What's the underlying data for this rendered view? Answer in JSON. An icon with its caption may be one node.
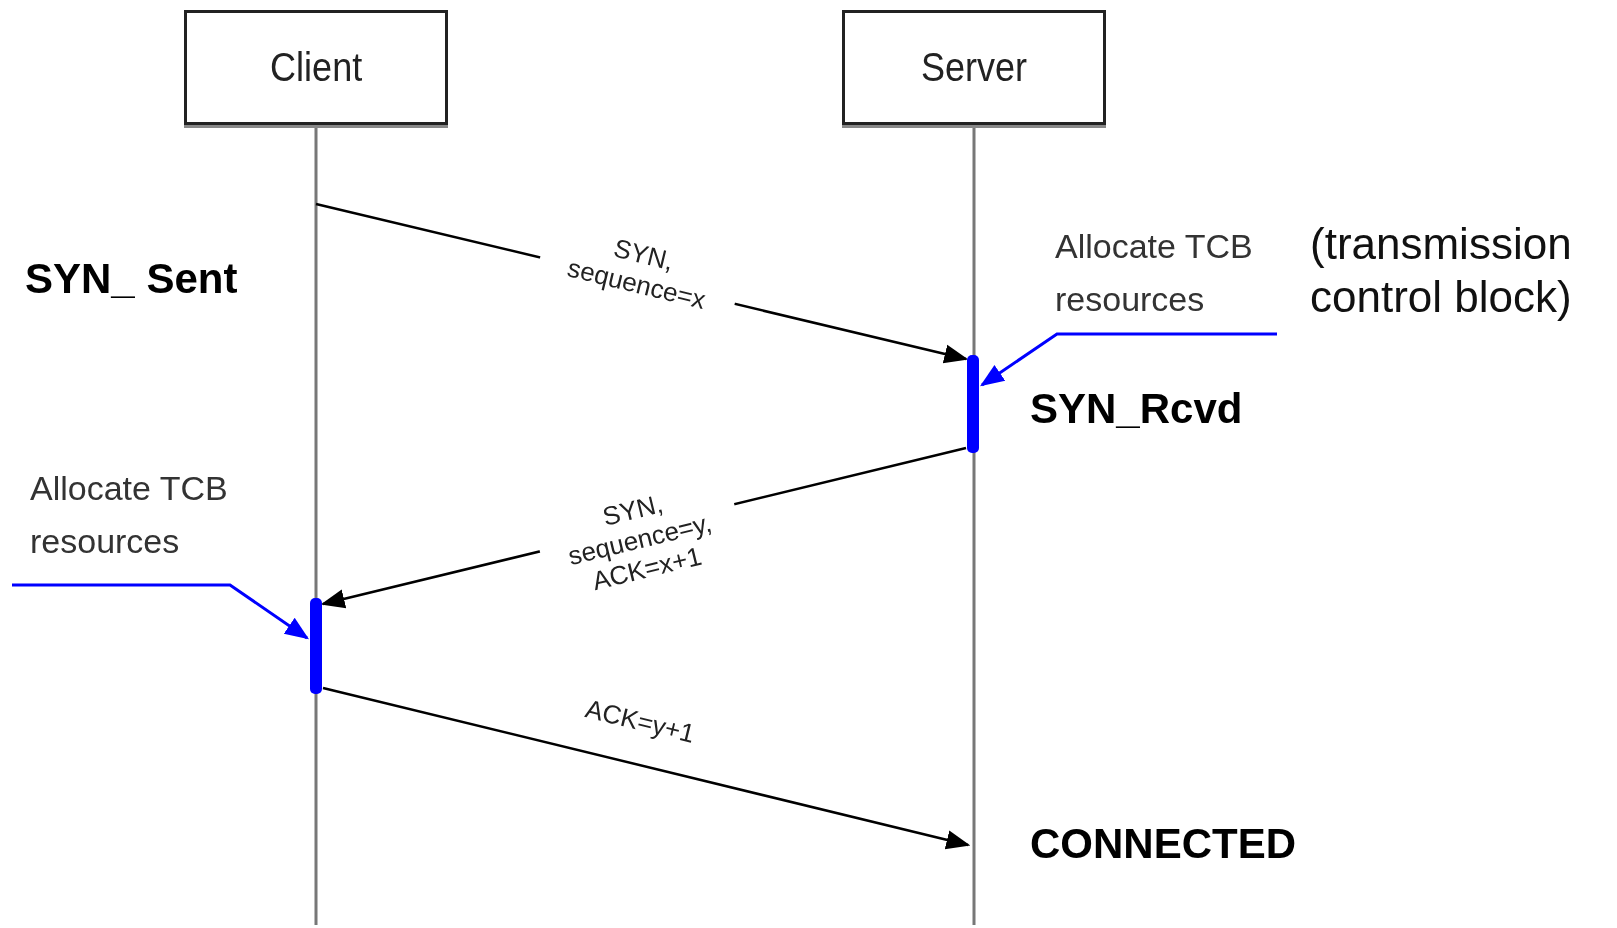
{
  "diagram": {
    "nodes": [
      {
        "text": [
          "Client"
        ]
      },
      {
        "text": [
          "Server"
        ]
      },
      {
        "text": [],
        "shape": "bar"
      },
      {
        "text": [],
        "shape": "bar"
      },
      {
        "text": [
          "Allocate TCB resources"
        ],
        "beside": [
          "(transmission control block)"
        ]
      },
      {
        "text": [
          "Allocate TCB resources"
        ]
      }
    ],
    "edges": [
      {
        "from": null,
        "to": 2,
        "arrow": "to",
        "label": "SYN, sequence=x"
      },
      {
        "from": 2,
        "to": 3,
        "arrow": "to",
        "label": "SYN, sequence=y, ACK=x+1"
      },
      {
        "from": 3,
        "to": null,
        "arrow": "to",
        "label": "ACK=y+1"
      },
      {
        "from": 4,
        "to": 2,
        "arrow": "to",
        "color": "#0000ff"
      },
      {
        "from": 5,
        "to": 3,
        "arrow": "to",
        "color": "#0000ff"
      }
    ],
    "labels": [
      "SYN_ Sent",
      "SYN_Rcvd",
      "CONNECTED"
    ]
  }
}
